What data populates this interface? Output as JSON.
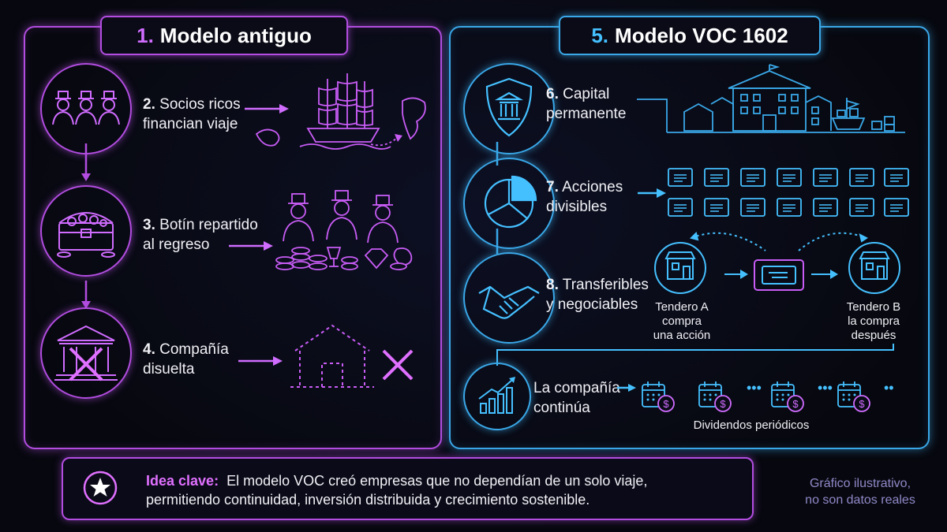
{
  "colors": {
    "purple": "#b24de0",
    "blue": "#3aa8e8",
    "background": "#07080f"
  },
  "left": {
    "number": "1.",
    "title": "Modelo antiguo",
    "steps": [
      {
        "number": "2.",
        "text_line1": "Socios ricos",
        "text_line2": "financian viaje",
        "icon": "investors-icon",
        "illustration": "sailing-ship-icon"
      },
      {
        "number": "3.",
        "text_line1": "Botín repartido",
        "text_line2": "al regreso",
        "icon": "treasure-chest-icon",
        "illustration": "treasure-split-icon"
      },
      {
        "number": "4.",
        "text_line1": "Compañía",
        "text_line2": "disuelta",
        "icon": "crossed-bank-icon",
        "illustration": "dissolved-company-icon"
      }
    ]
  },
  "right": {
    "number": "5.",
    "title": "Modelo VOC 1602",
    "steps": [
      {
        "number": "6.",
        "text_line1": "Capital",
        "text_line2": "permanente",
        "icon": "shield-bank-icon",
        "illustration": "headquarters-icon"
      },
      {
        "number": "7.",
        "text_line1": "Acciones",
        "text_line2": "divisibles",
        "icon": "pie-chart-icon",
        "illustration": "share-certificates-icon"
      },
      {
        "number": "8.",
        "text_line1": "Transferibles",
        "text_line2": "y negociables",
        "icon": "handshake-icon",
        "illustration": "share-transfer-icon"
      },
      {
        "number": "",
        "text_line1": "La compañía",
        "text_line2": "continúa",
        "icon": "growth-chart-icon",
        "illustration": "calendar-dividends-icon"
      }
    ],
    "transfer": {
      "seller_line1": "Tendero A",
      "seller_line2": "compra",
      "seller_line3": "una acción",
      "buyer_line1": "Tendero B",
      "buyer_line2": "la compra",
      "buyer_line3": "después"
    },
    "dividends_label": "Dividendos periódicos"
  },
  "key_idea": {
    "icon": "star-icon",
    "title": "Idea clave:",
    "line1": "El modelo VOC creó empresas que no dependían de un solo viaje,",
    "line2": "permitiendo continuidad, inversión distribuida y crecimiento sostenible."
  },
  "note_line1": "Gráfico ilustrativo,",
  "note_line2": "no son datos reales"
}
